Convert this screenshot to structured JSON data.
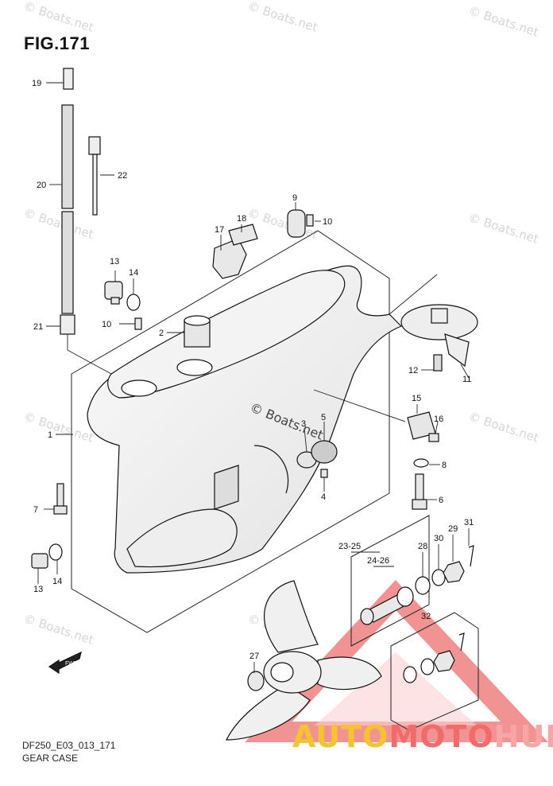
{
  "figure": {
    "title": "FIG.171"
  },
  "caption": {
    "code": "DF250_E03_013_171",
    "name": "GEAR CASE"
  },
  "watermark": {
    "text": "© Boats.net",
    "center_text": "© Boats.net"
  },
  "brand": {
    "part1": "AUTO",
    "part2": "MOTO",
    "part3": "HUB",
    "colors": {
      "auto": "#f4c430",
      "moto": "#f26b6b",
      "hub": "#f6a6a6"
    }
  },
  "fwd_label": "FWD",
  "callouts": [
    {
      "id": "c19",
      "text": "19"
    },
    {
      "id": "c20",
      "text": "20"
    },
    {
      "id": "c21",
      "text": "21"
    },
    {
      "id": "c22",
      "text": "22"
    },
    {
      "id": "c13a",
      "text": "13"
    },
    {
      "id": "c14a",
      "text": "14"
    },
    {
      "id": "c10a",
      "text": "10"
    },
    {
      "id": "c2",
      "text": "2"
    },
    {
      "id": "c17",
      "text": "17"
    },
    {
      "id": "c18",
      "text": "18"
    },
    {
      "id": "c9",
      "text": "9"
    },
    {
      "id": "c10b",
      "text": "10"
    },
    {
      "id": "c12",
      "text": "12"
    },
    {
      "id": "c11",
      "text": "11"
    },
    {
      "id": "c15",
      "text": "15"
    },
    {
      "id": "c16",
      "text": "16"
    },
    {
      "id": "c8",
      "text": "8"
    },
    {
      "id": "c6",
      "text": "6"
    },
    {
      "id": "c1",
      "text": "1"
    },
    {
      "id": "c3",
      "text": "3"
    },
    {
      "id": "c5",
      "text": "5"
    },
    {
      "id": "c4",
      "text": "4"
    },
    {
      "id": "c7",
      "text": "7"
    },
    {
      "id": "c14b",
      "text": "14"
    },
    {
      "id": "c13b",
      "text": "13"
    },
    {
      "id": "c2325",
      "text": "23-25"
    },
    {
      "id": "c2426",
      "text": "24-26"
    },
    {
      "id": "c28",
      "text": "28"
    },
    {
      "id": "c30",
      "text": "30"
    },
    {
      "id": "c29",
      "text": "29"
    },
    {
      "id": "c31",
      "text": "31"
    },
    {
      "id": "c32",
      "text": "32"
    },
    {
      "id": "c27",
      "text": "27"
    }
  ]
}
